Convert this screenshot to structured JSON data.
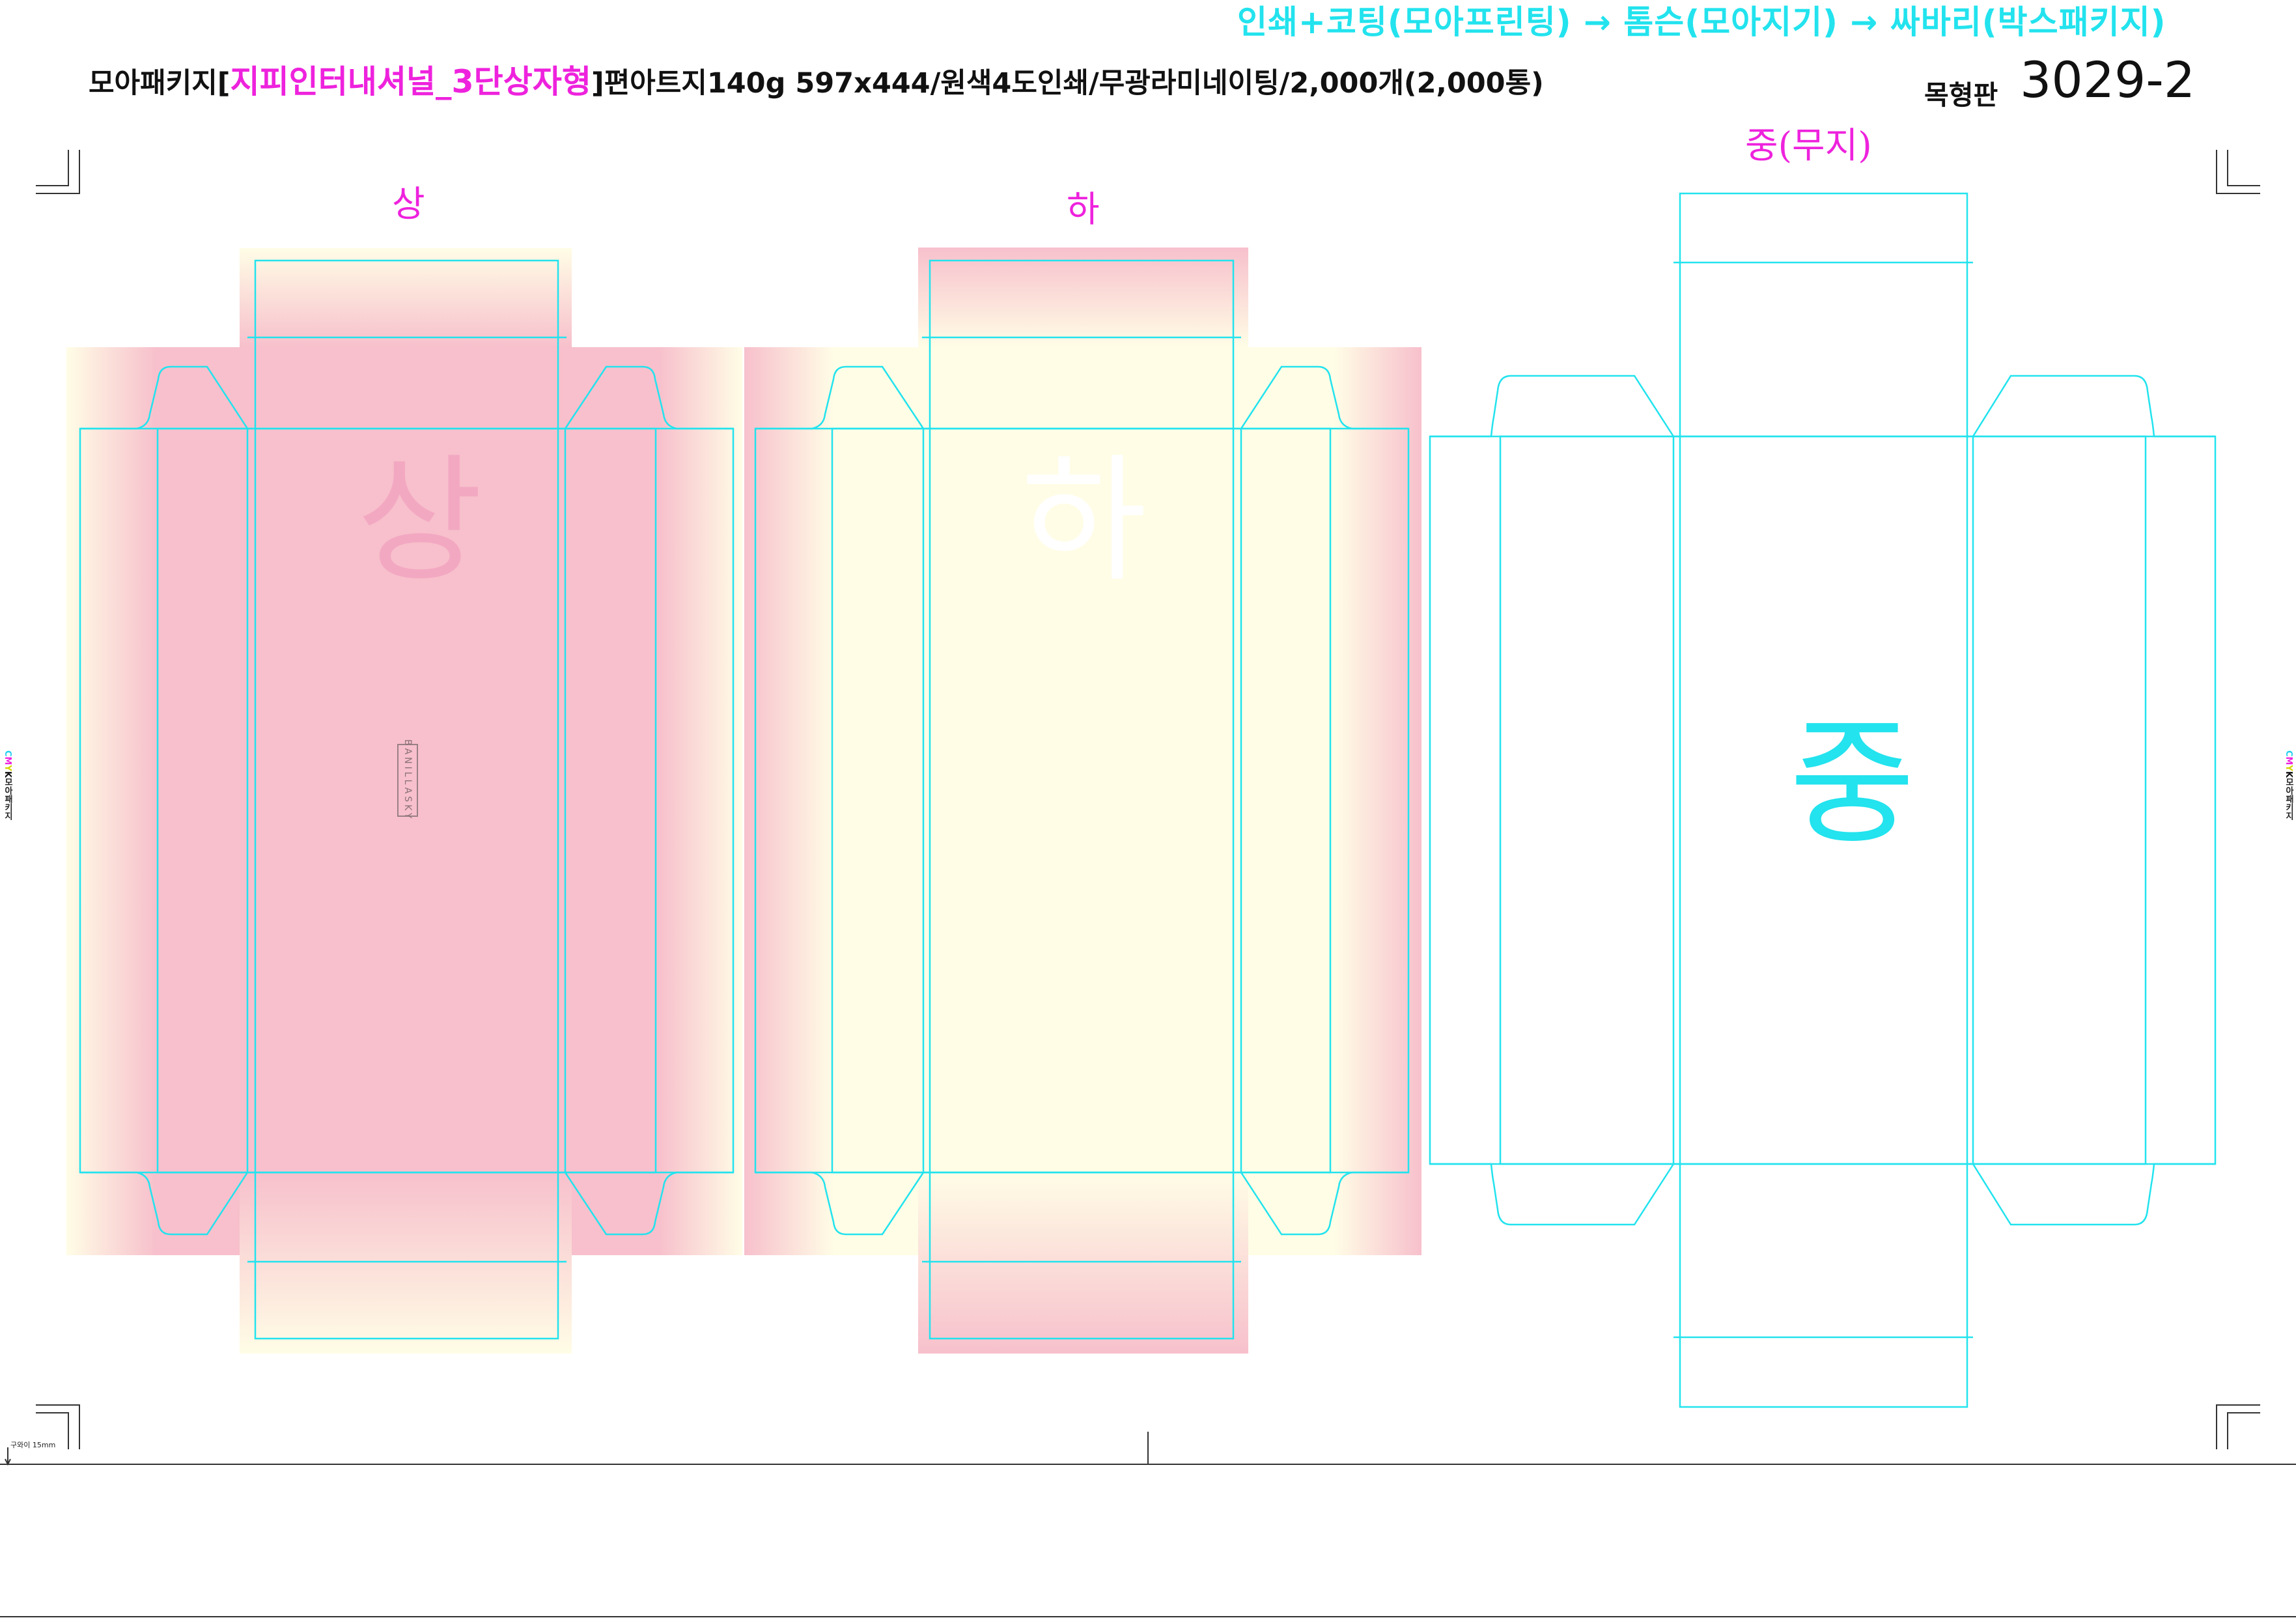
{
  "header": {
    "process_flow": "인쇄+코팅(모아프린팅) → 톰슨(모아지기) → 싸바리(박스패키지)",
    "spec_prefix": "모아패키지[",
    "spec_product": "지피인터내셔널_3단상자형",
    "spec_suffix": "]편아트지140g 597x444/원색4도인쇄/무광라미네이팅/2,000개(2,000통)",
    "die_label": "목형판",
    "die_number": "3029-2"
  },
  "panels": {
    "top": {
      "title": "상",
      "letter": "상",
      "brand": "BANILLASKY"
    },
    "bottom": {
      "title": "하",
      "letter": "하"
    },
    "middle": {
      "title": "중(무지)",
      "letter": "중"
    }
  },
  "marks": {
    "cmyk_c": "C",
    "cmyk_m": "M",
    "cmyk_y": "Y",
    "cmyk_k": "K",
    "cmyk_label": "모아패키지",
    "bleed_note": "구와이 15mm"
  },
  "colors": {
    "die_line": "#22e3ee",
    "pink": "#f7c0cc",
    "cream": "#fffde6",
    "magenta_text": "#ee22dd"
  }
}
